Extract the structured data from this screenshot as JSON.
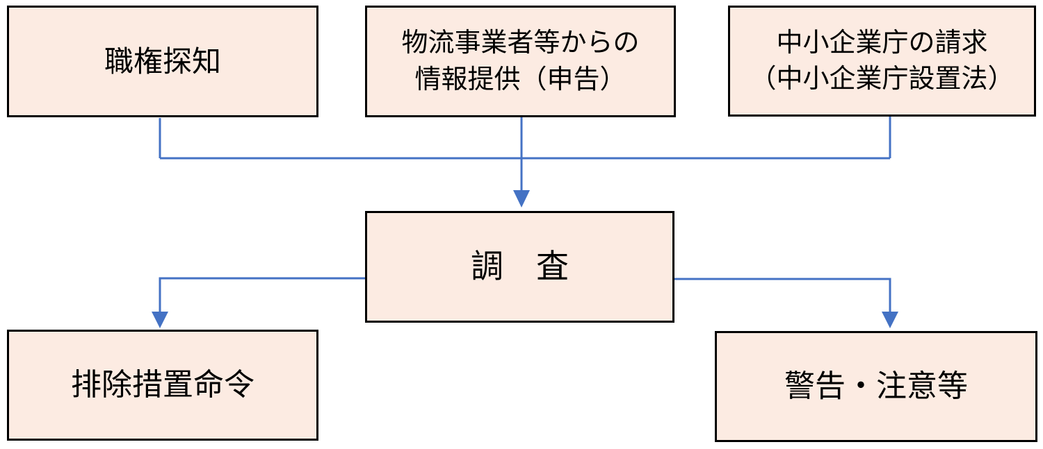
{
  "theme": {
    "background": "#ffffff",
    "node-fill": "#fcebe2",
    "node-border": "#000000",
    "connector": "#4472c4",
    "text": "#000000"
  },
  "diagram": {
    "nodes": {
      "top1": {
        "label": "職権探知"
      },
      "top2": {
        "label": "物流事業者等からの\n情報提供（申告）"
      },
      "top3": {
        "label": "中小企業庁の請求\n（中小企業庁設置法）"
      },
      "center": {
        "label": "調　査"
      },
      "bottom_left": {
        "label": "排除措置命令"
      },
      "bottom_right": {
        "label": "警告・注意等"
      }
    }
  }
}
